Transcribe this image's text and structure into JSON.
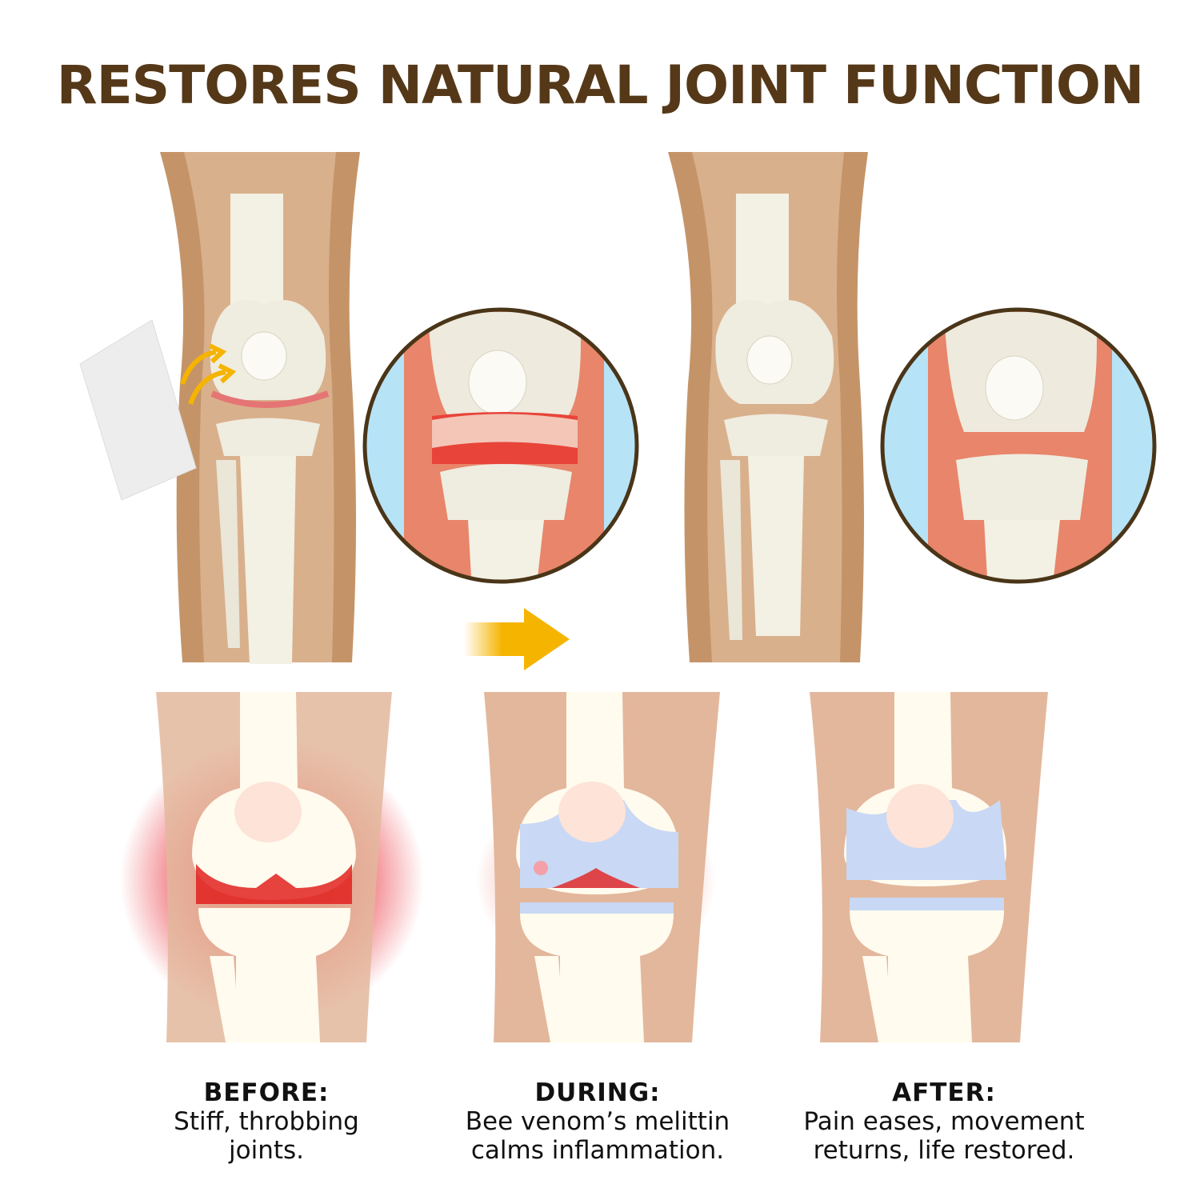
{
  "title": "RESTORES NATURAL JOINT FUNCTION",
  "stages": [
    {
      "heading": "BEFORE:",
      "line1": "Stiff, throbbing",
      "line2": "joints."
    },
    {
      "heading": "DURING:",
      "line1": "Bee venom’s melittin",
      "line2": "calms inflammation."
    },
    {
      "heading": "AFTER:",
      "line1": "Pain eases, movement",
      "line2": "returns, life restored."
    }
  ],
  "colors": {
    "title": "#553818",
    "skin": "#d9b08c",
    "skin_dark": "#c49468",
    "bone": "#f3f0e4",
    "inflamed": "#e0402f",
    "cartilage": "#c9d8f4",
    "circle_border": "#4a3518",
    "arrow": "#f5b400"
  }
}
